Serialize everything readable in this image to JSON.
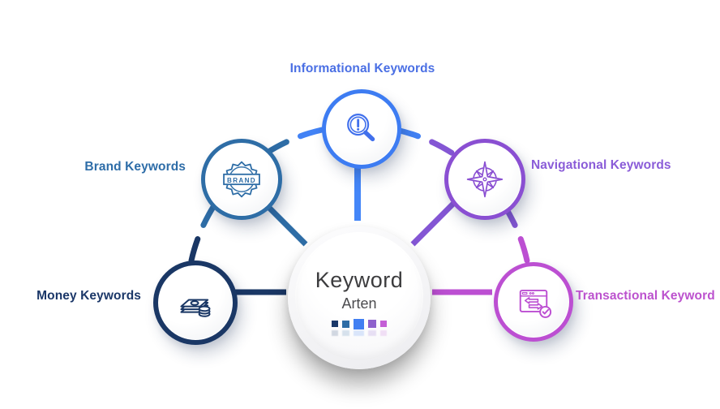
{
  "diagram": {
    "title": "Keyword",
    "subtitle": "Arten",
    "type_label": "keyword-types-infographic"
  },
  "nodes": {
    "informational": {
      "label": "Informational Keywords",
      "color": "#3d7cf2",
      "icon": "magnifier-alert-icon"
    },
    "brand": {
      "label": "Brand Keywords",
      "color": "#2e6da6",
      "icon": "brand-badge-icon",
      "badge_text": "BRAND"
    },
    "navigational": {
      "label": "Navigational Keywords",
      "color": "#8a4fd2",
      "icon": "compass-icon"
    },
    "money": {
      "label": "Money Keywords",
      "color": "#1a3765",
      "icon": "cash-stack-icon"
    },
    "transactional": {
      "label": "Transactional Keyword",
      "color": "#bc4fd2",
      "icon": "browser-exchange-icon"
    }
  },
  "hub": {
    "squares": [
      "#1a3869",
      "#2e6da6",
      "#417ff2",
      "#8e62cc",
      "#c45fd6"
    ]
  },
  "connectors": {
    "style": "solid spokes from hub to each node; broken two-color arc segments between neighbouring nodes"
  }
}
